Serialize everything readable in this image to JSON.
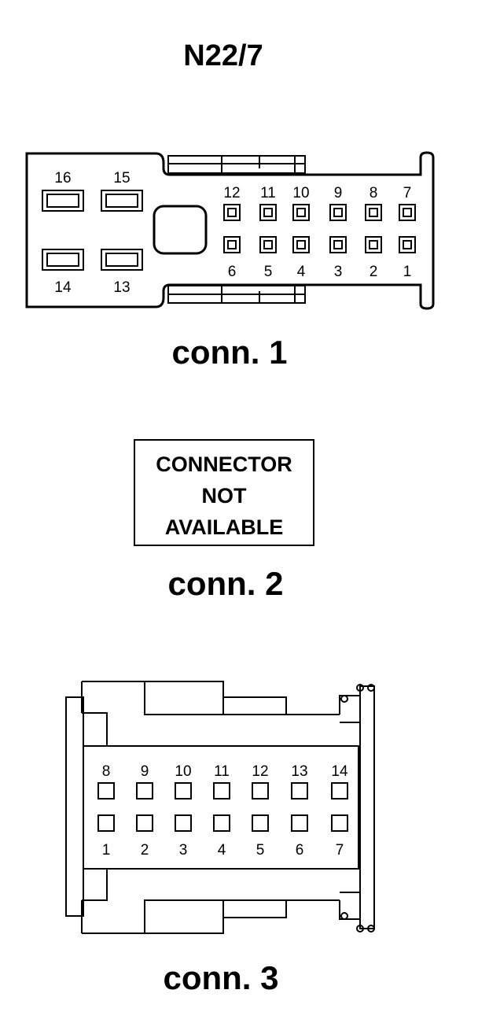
{
  "title": "N22/7",
  "connectors": [
    {
      "caption": "conn. 1",
      "large_pins_top": [
        "16",
        "15"
      ],
      "large_pins_bottom": [
        "14",
        "13"
      ],
      "small_pins_top": [
        "12",
        "11",
        "10",
        "9",
        "8",
        "7"
      ],
      "small_pins_bottom": [
        "6",
        "5",
        "4",
        "3",
        "2",
        "1"
      ]
    },
    {
      "caption": "conn. 2",
      "notice_lines": [
        "CONNECTOR",
        "NOT",
        "AVAILABLE"
      ]
    },
    {
      "caption": "conn. 3",
      "pins_top": [
        "8",
        "9",
        "10",
        "11",
        "12",
        "13",
        "14"
      ],
      "pins_bottom": [
        "1",
        "2",
        "3",
        "4",
        "5",
        "6",
        "7"
      ]
    }
  ]
}
